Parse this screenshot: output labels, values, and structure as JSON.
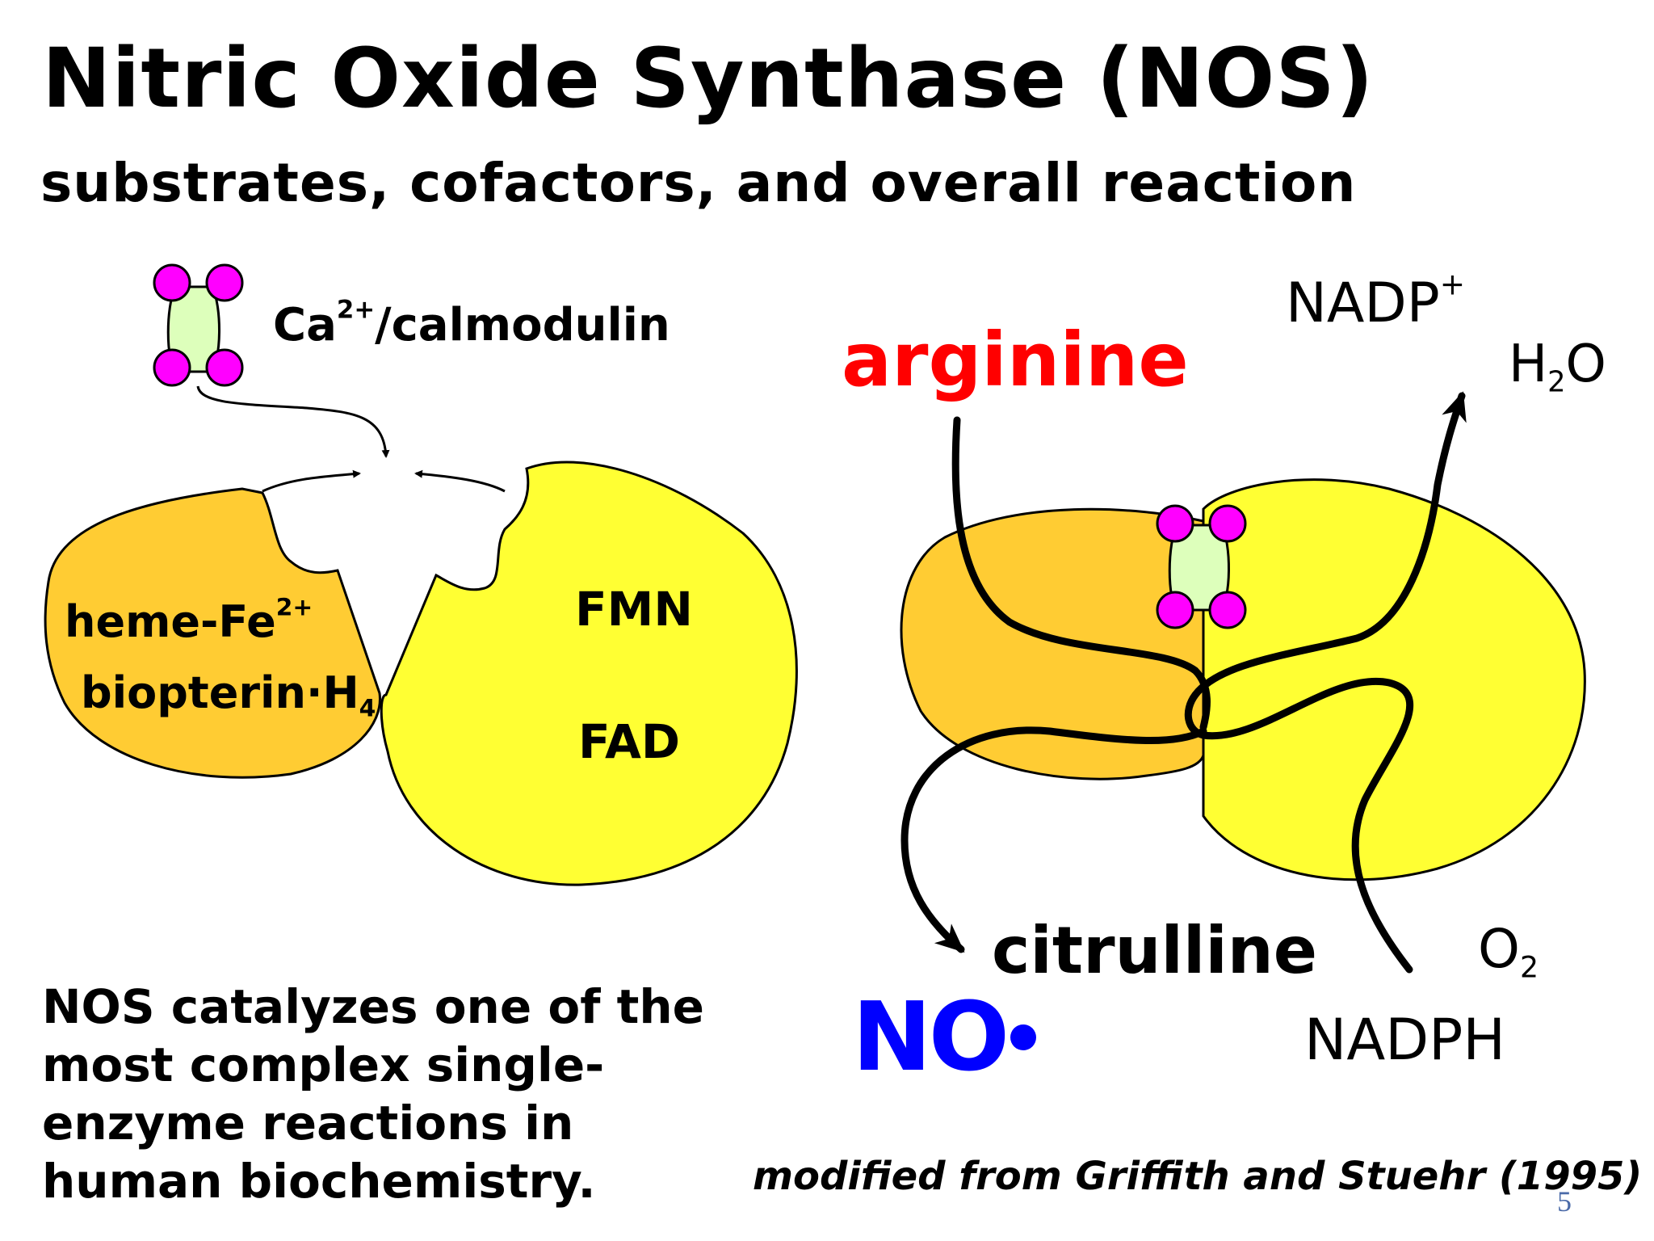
{
  "title": "Nitric Oxide Synthase (NOS)",
  "subtitle": "substrates, cofactors, and overall reaction",
  "left_diagram": {
    "calmodulin_label": "Ca",
    "calmodulin_sup": "2+",
    "calmodulin_suffix": "/calmodulin",
    "heme_label": "heme-Fe",
    "heme_sup": "2+",
    "biopterin_label": "biopterin·H",
    "biopterin_sub": "4",
    "fmn_label": "FMN",
    "fad_label": "FAD"
  },
  "right_diagram": {
    "arginine": "arginine",
    "nadp": "NADP",
    "nadp_sup": "+",
    "water": "H",
    "water_sub": "2",
    "water_suffix": "O",
    "citrulline": "citrulline",
    "no": "NO",
    "oxygen": "O",
    "oxygen_sub": "2",
    "nadph": "NADPH"
  },
  "description_lines": [
    "NOS catalyzes one of the",
    "most complex single-",
    "enzyme reactions in",
    "human biochemistry."
  ],
  "credit": "modified from Griffith and Stuehr (1995)",
  "page_number": "5",
  "colors": {
    "orange_domain": "#FFCC33",
    "yellow_domain": "#FFFF33",
    "calmodulin_ball": "#FF00FF",
    "calmodulin_body": "#DDFFBB",
    "arginine": "#FF0000",
    "no": "#0000FF"
  }
}
